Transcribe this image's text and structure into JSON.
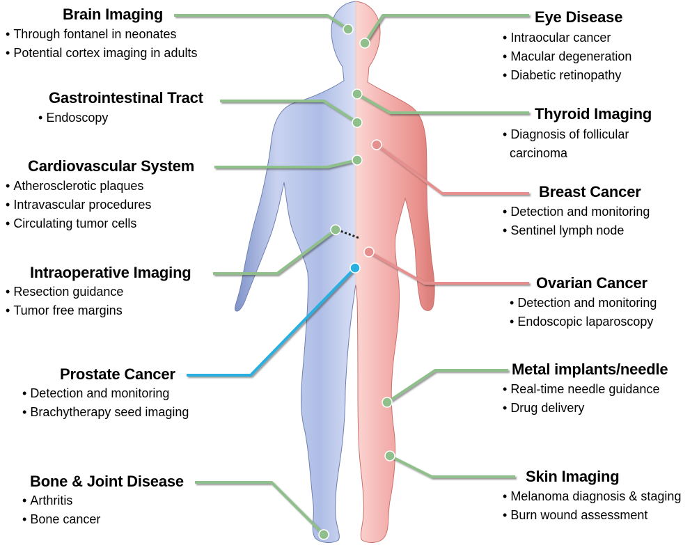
{
  "callouts": [
    {
      "title": "Brain Imaging",
      "items": [
        "Through fontanel in neonates",
        "Potential cortex imaging in adults"
      ]
    },
    {
      "title": "Gastrointestinal Tract",
      "items": [
        "Endoscopy"
      ]
    },
    {
      "title": "Cardiovascular System",
      "items": [
        "Atherosclerotic plaques",
        "Intravascular procedures",
        "Circulating tumor cells"
      ]
    },
    {
      "title": "Intraoperative Imaging",
      "items": [
        "Resection guidance",
        "Tumor free margins"
      ]
    },
    {
      "title": "Prostate Cancer",
      "items": [
        "Detection and monitoring",
        "Brachytherapy seed imaging"
      ]
    },
    {
      "title": "Bone & Joint Disease",
      "items": [
        "Arthritis",
        "Bone cancer"
      ]
    },
    {
      "title": "Eye Disease",
      "items": [
        "Intraocular cancer",
        "Macular degeneration",
        "Diabetic retinopathy"
      ]
    },
    {
      "title": "Thyroid Imaging",
      "items": [
        "Diagnosis of follicular",
        "carcinoma"
      ]
    },
    {
      "title": "Breast Cancer",
      "items": [
        "Detection and monitoring",
        "Sentinel lymph node"
      ]
    },
    {
      "title": "Ovarian Cancer",
      "items": [
        "Detection and monitoring",
        "Endoscopic laparoscopy"
      ]
    },
    {
      "title": "Metal implants/needle",
      "items": [
        "Real-time needle guidance",
        "Drug delivery"
      ]
    },
    {
      "title": "Skin Imaging",
      "items": [
        "Melanoma diagnosis & staging",
        "Burn wound assessment"
      ]
    }
  ],
  "colors": {
    "green_line": "#8fbf8a",
    "pink_line": "#e58f8f",
    "blue_line": "#2ab0e0",
    "male_body": "#a9b9e6",
    "female_body": "#f3adad"
  }
}
